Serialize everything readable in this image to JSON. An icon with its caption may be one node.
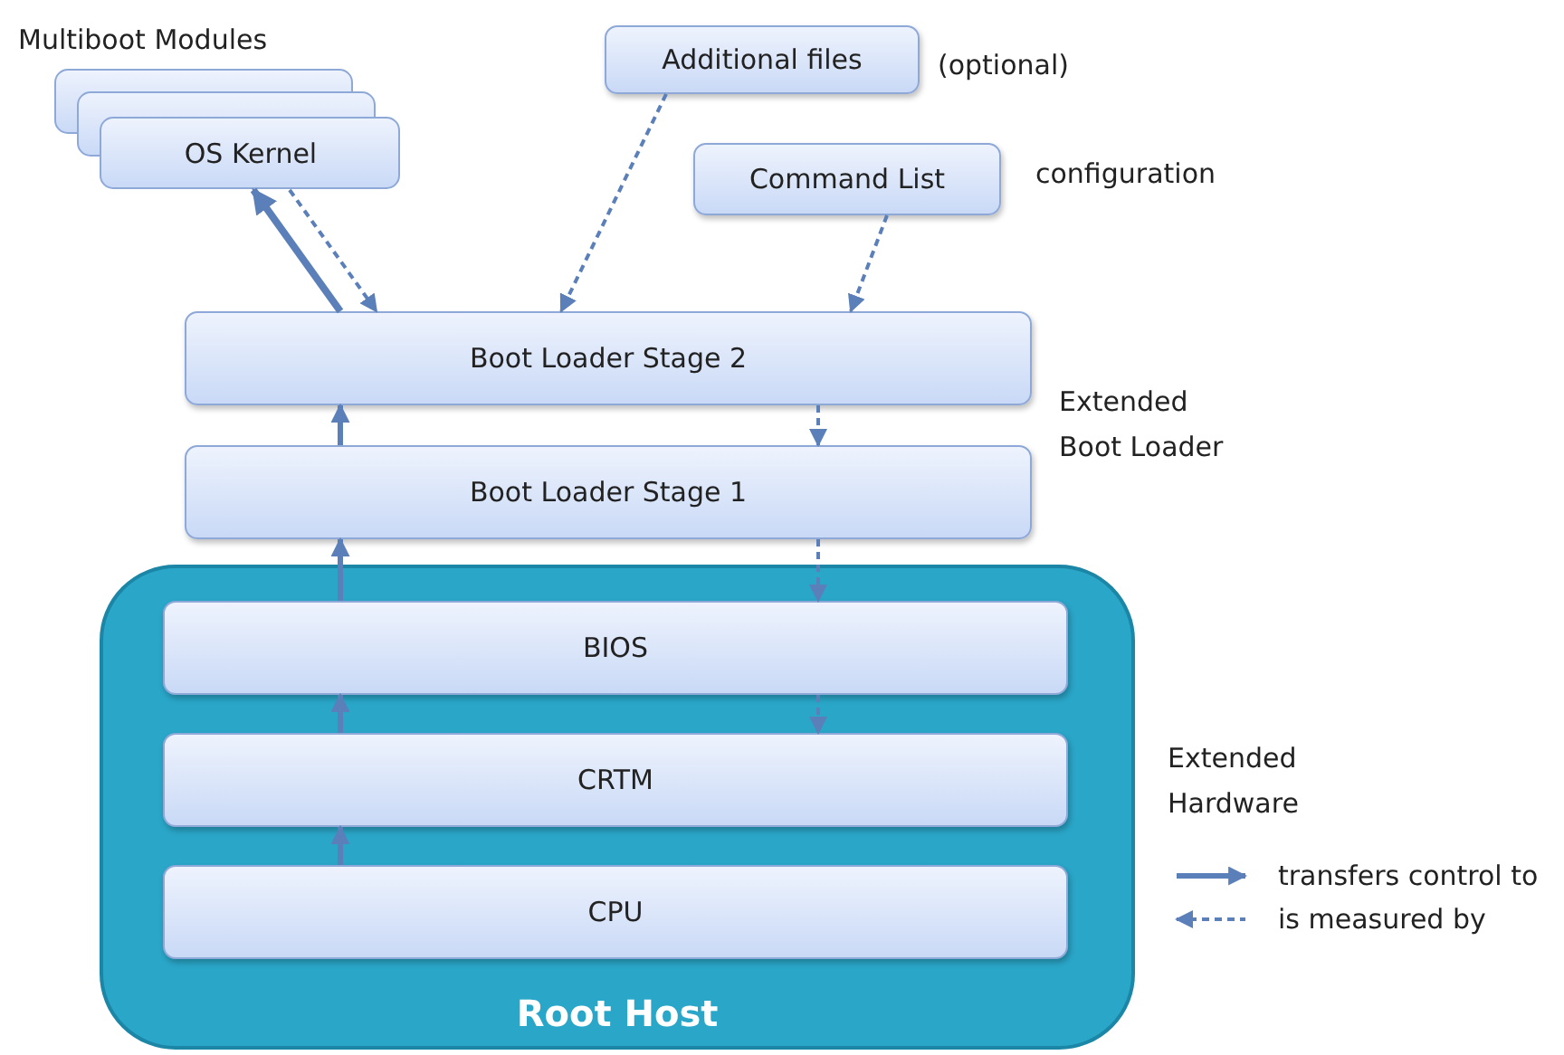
{
  "diagram": {
    "nodes": [
      {
        "text": [
          "OS Kernel"
        ]
      },
      {
        "text": [
          "Additional files"
        ],
        "beside": [
          "(optional)"
        ]
      },
      {
        "text": [
          "Command List"
        ],
        "beside": [
          "configuration"
        ]
      },
      {
        "text": [
          "Boot Loader Stage 2"
        ]
      },
      {
        "text": [
          "Boot Loader Stage 1"
        ]
      },
      {
        "text": [
          "Root Host"
        ]
      },
      {
        "text": [
          "BIOS"
        ],
        "in": 5
      },
      {
        "text": [
          "CRTM"
        ],
        "in": 5
      },
      {
        "text": [
          "CPU"
        ],
        "in": 5
      }
    ],
    "edges": [
      {
        "from": 3,
        "to": 0,
        "arrow": "to",
        "style": "thick"
      },
      {
        "from": 0,
        "to": 3,
        "arrow": "to",
        "style": "dashed"
      },
      {
        "from": 1,
        "to": 3,
        "arrow": "to",
        "style": "dashed"
      },
      {
        "from": 2,
        "to": 3,
        "arrow": "to",
        "style": "dashed"
      },
      {
        "from": 4,
        "to": 3,
        "arrow": "to"
      },
      {
        "from": 3,
        "to": 4,
        "arrow": "to",
        "style": "dashed"
      },
      {
        "from": 6,
        "to": 4,
        "arrow": "to"
      },
      {
        "from": 4,
        "to": 6,
        "arrow": "to",
        "style": "dashed"
      },
      {
        "from": 7,
        "to": 6,
        "arrow": "to"
      },
      {
        "from": 6,
        "to": 7,
        "arrow": "to",
        "style": "dashed"
      },
      {
        "from": 8,
        "to": 7,
        "arrow": "to"
      }
    ],
    "labels": [
      "Multiboot Modules",
      "Extended Boot Loader",
      "Extended Hardware"
    ],
    "legend": [
      {
        "text": "transfers control to"
      },
      {
        "text": "is measured by"
      }
    ]
  }
}
